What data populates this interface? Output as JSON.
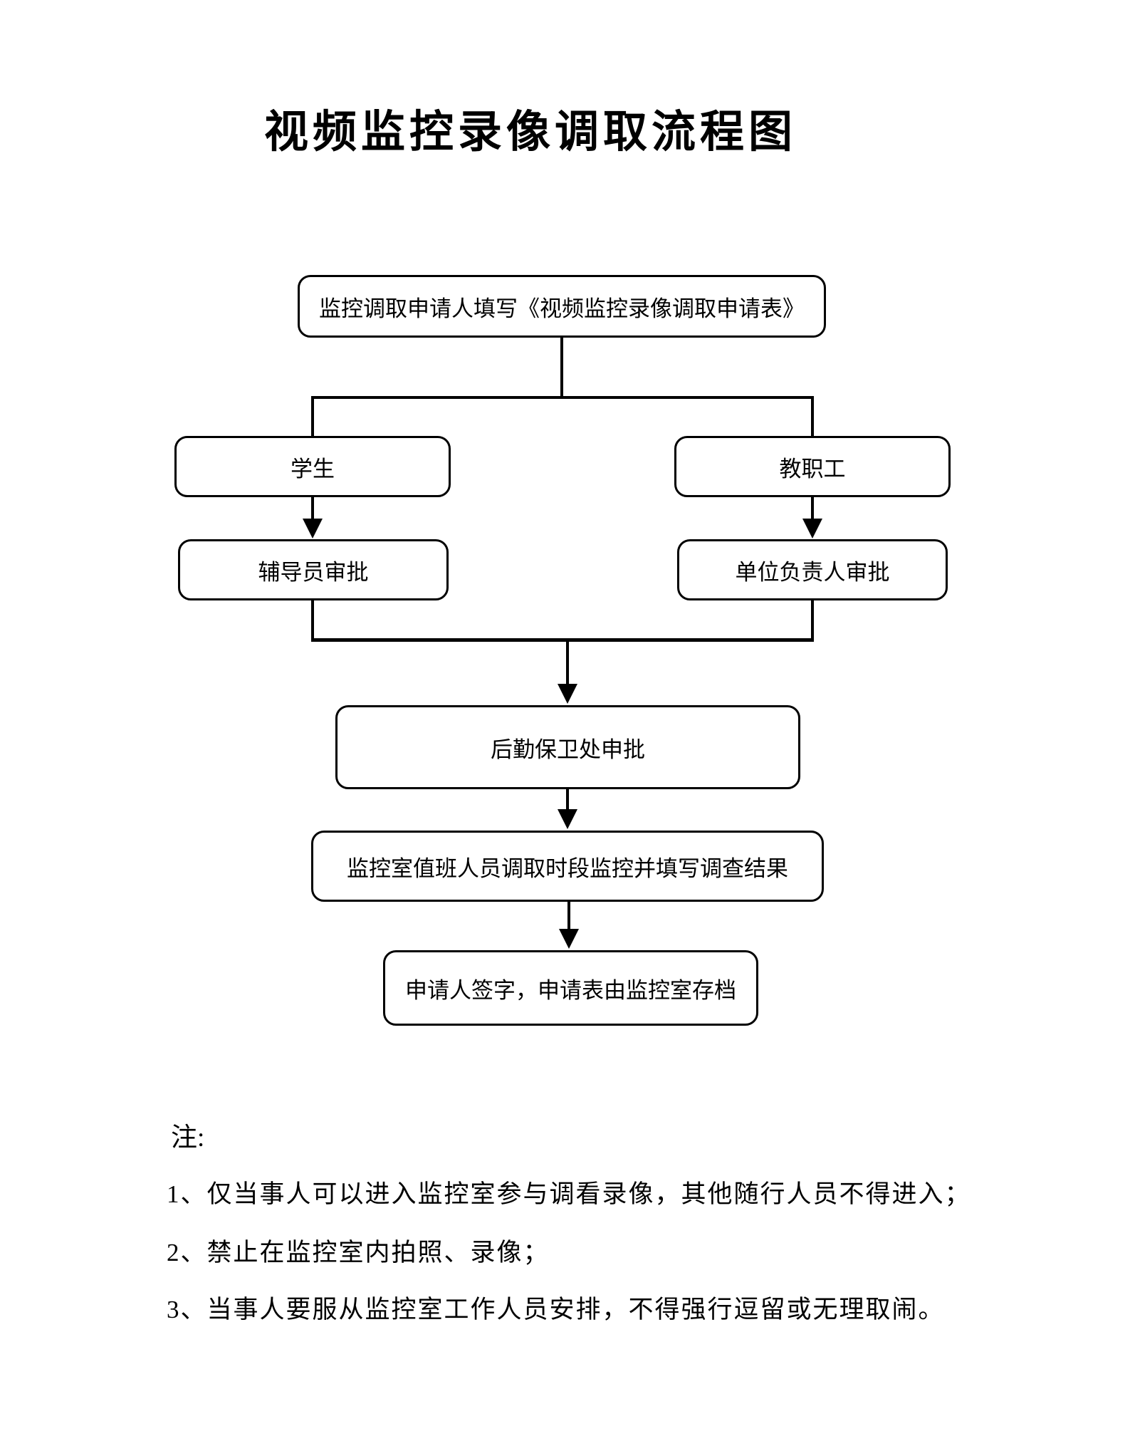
{
  "title": "视频监控录像调取流程图",
  "flowchart": {
    "nodes": {
      "apply": "监控调取申请人填写《视频监控录像调取申请表》",
      "student": "学生",
      "staff": "教职工",
      "counselor": "辅导员审批",
      "unit_leader": "单位负责人审批",
      "logistics": "后勤保卫处申批",
      "monitor_room": "监控室值班人员调取时段监控并填写调查结果",
      "sign": "申请人签字，申请表由监控室存档"
    }
  },
  "notes": {
    "label": "注:",
    "items": [
      "1、仅当事人可以进入监控室参与调看录像，其他随行人员不得进入；",
      "2、禁止在监控室内拍照、录像；",
      "3、当事人要服从监控室工作人员安排，不得强行逗留或无理取闹。"
    ]
  },
  "colors": {
    "line": "#000000",
    "background": "#ffffff"
  }
}
